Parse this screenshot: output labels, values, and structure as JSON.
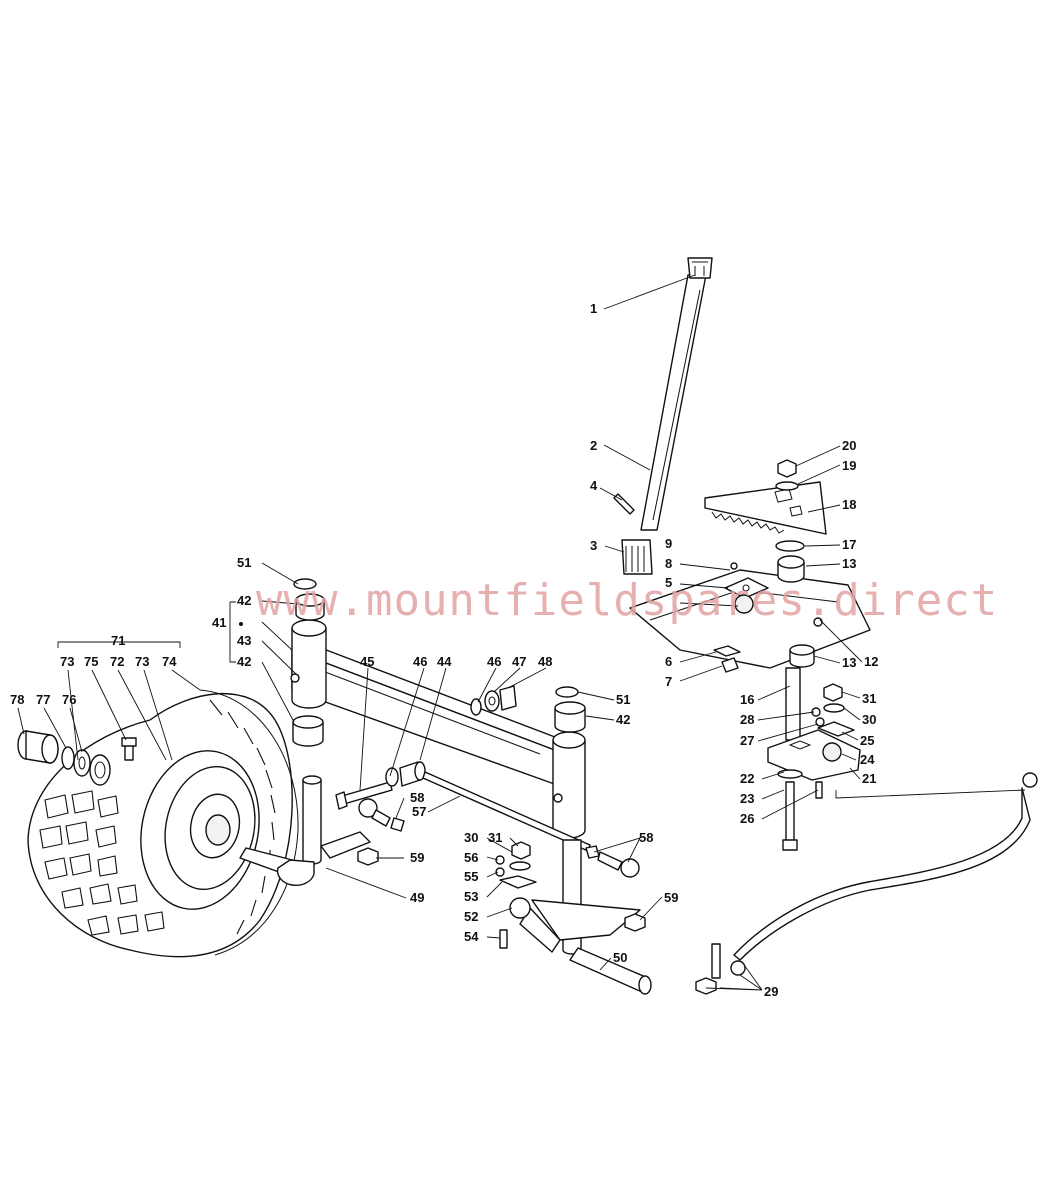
{
  "watermark": "www.mountfieldspares.direct",
  "callouts": {
    "c1": "1",
    "c2": "2",
    "c3": "3",
    "c4": "4",
    "c5": "5",
    "c6": "6",
    "c7": "7",
    "c8": "8",
    "c9": "9",
    "c12": "12",
    "c13a": "13",
    "c13b": "13",
    "c16": "16",
    "c17": "17",
    "c18": "18",
    "c19": "19",
    "c20": "20",
    "c21": "21",
    "c22": "22",
    "c23": "23",
    "c24": "24",
    "c25": "25",
    "c26": "26",
    "c27": "27",
    "c28": "28",
    "c29": "29",
    "c30a": "30",
    "c31a": "31",
    "c30b": "30",
    "c31b": "31",
    "c41": "41",
    "c42a": "42",
    "c42b": "42",
    "c42c": "42",
    "c43": "43",
    "c44": "44",
    "c45": "45",
    "c46a": "46",
    "c46b": "46",
    "c47": "47",
    "c48": "48",
    "c49": "49",
    "c50": "50",
    "c51a": "51",
    "c51b": "51",
    "c52": "52",
    "c53": "53",
    "c54": "54",
    "c55": "55",
    "c56": "56",
    "c57": "57",
    "c58a": "58",
    "c58b": "58",
    "c59a": "59",
    "c59b": "59",
    "c71": "71",
    "c72": "72",
    "c73a": "73",
    "c73b": "73",
    "c74": "74",
    "c75": "75",
    "c76": "76",
    "c77": "77",
    "c78": "78"
  }
}
